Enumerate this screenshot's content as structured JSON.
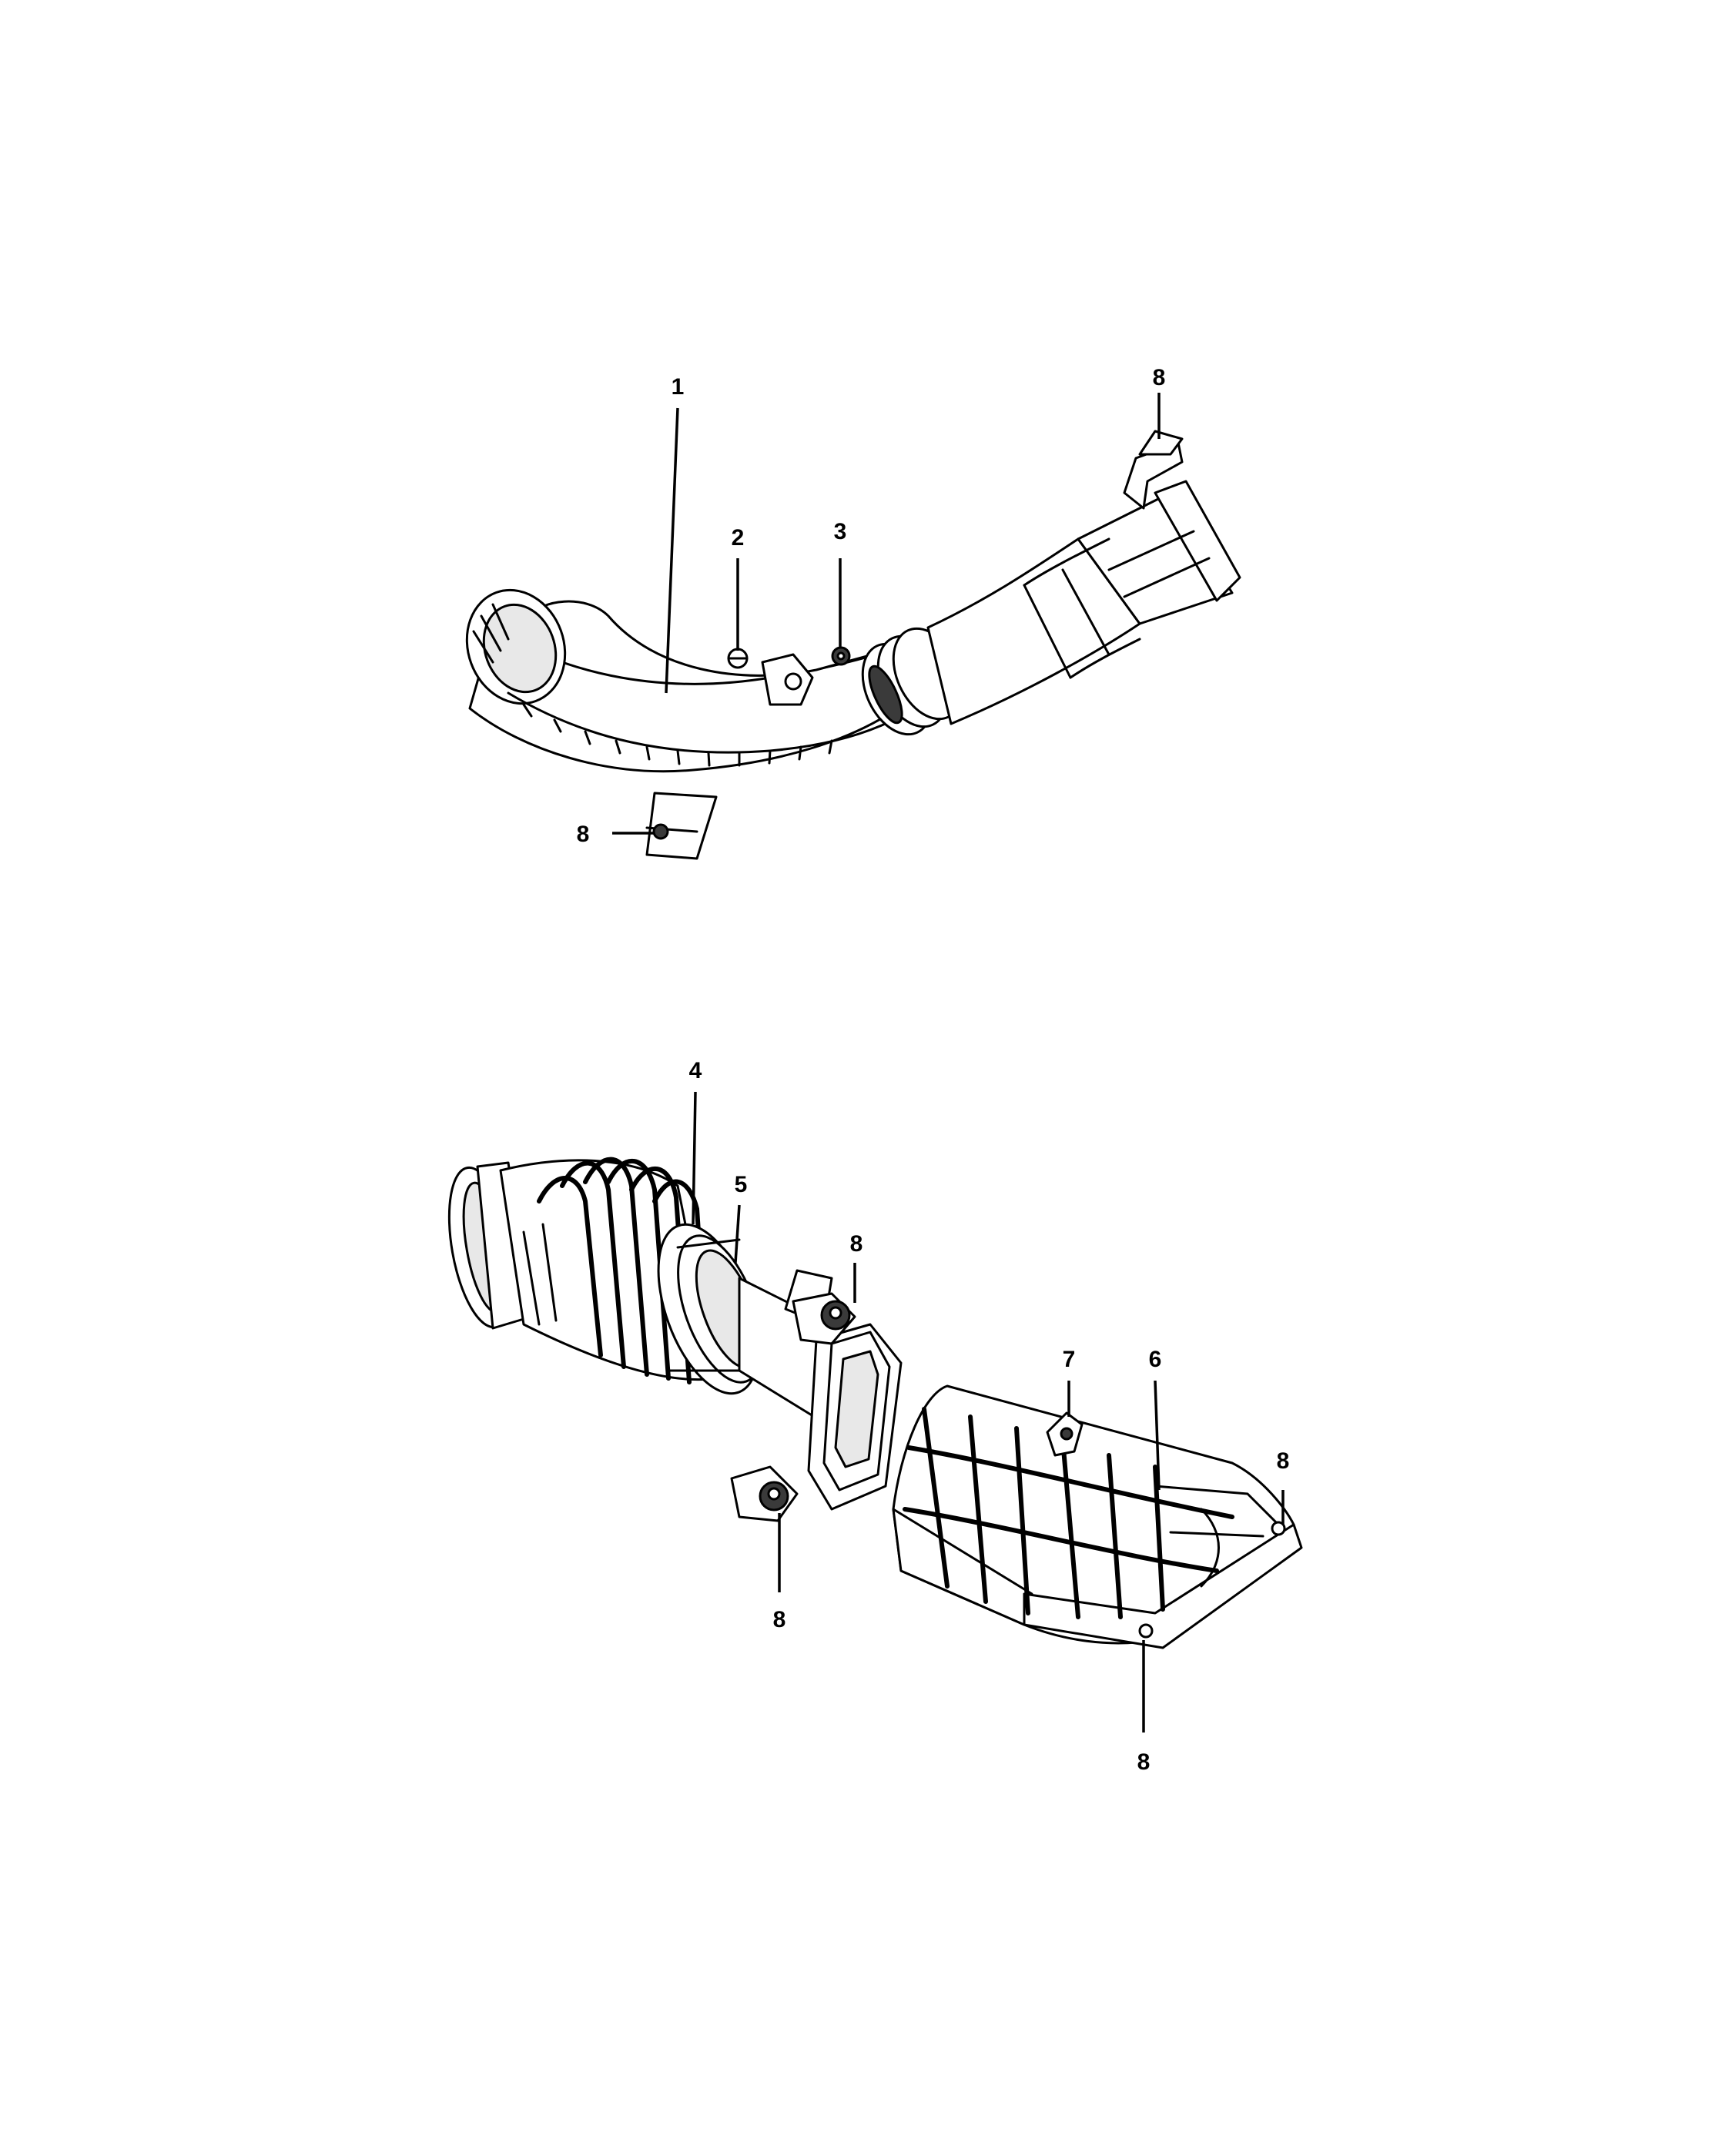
{
  "callouts": {
    "c1": "1",
    "c2": "2",
    "c3": "3",
    "c8a": "8",
    "c8b": "8",
    "c4": "4",
    "c5": "5",
    "c8c": "8",
    "c7": "7",
    "c6": "6",
    "c8d": "8",
    "c8e": "8",
    "c8f": "8"
  }
}
